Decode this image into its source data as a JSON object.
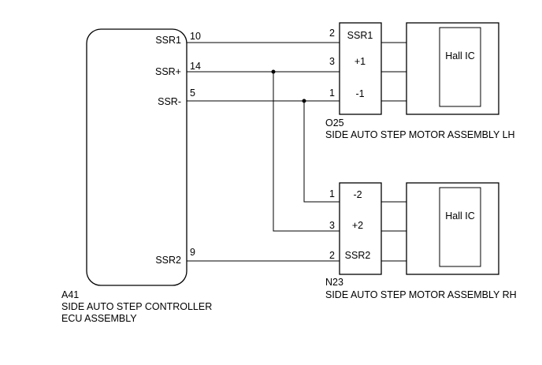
{
  "ecu": {
    "code": "A41",
    "name_line1": "SIDE AUTO STEP CONTROLLER",
    "name_line2": "ECU ASSEMBLY",
    "pins": [
      {
        "label": "SSR1",
        "number": "10"
      },
      {
        "label": "SSR+",
        "number": "14"
      },
      {
        "label": "SSR-",
        "number": "5"
      },
      {
        "label": "SSR2",
        "number": "9"
      }
    ]
  },
  "motor_lh": {
    "code": "O25",
    "name": "SIDE AUTO STEP MOTOR ASSEMBLY LH",
    "hall_label": "Hall IC",
    "pins": [
      {
        "number": "2",
        "label": "SSR1"
      },
      {
        "number": "3",
        "label": "+1"
      },
      {
        "number": "1",
        "label": "-1"
      }
    ]
  },
  "motor_rh": {
    "code": "N23",
    "name": "SIDE AUTO STEP MOTOR ASSEMBLY RH",
    "hall_label": "Hall IC",
    "pins": [
      {
        "number": "1",
        "label": "-2"
      },
      {
        "number": "3",
        "label": "+2"
      },
      {
        "number": "2",
        "label": "SSR2"
      }
    ]
  }
}
